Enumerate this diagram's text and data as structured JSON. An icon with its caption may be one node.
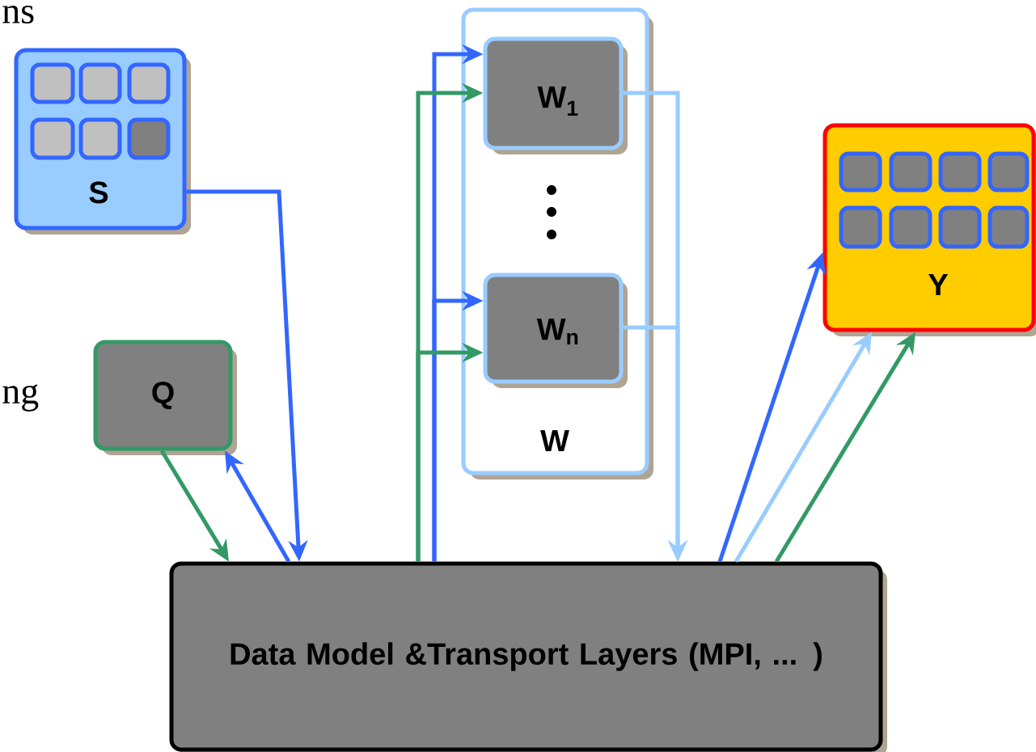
{
  "diagram": {
    "nodes": [
      {
        "text": [
          "S"
        ]
      },
      {
        "text": [
          "Q"
        ]
      },
      {
        "text": [
          "W"
        ]
      },
      {
        "text": [
          "W$_{1}$"
        ],
        "in": 2
      },
      {
        "text": [
          "W$_{n}$"
        ],
        "in": 2
      },
      {
        "text": [
          "Y"
        ]
      },
      {
        "text": [
          "Data Model &Transport Layers (MPI, ... )"
        ]
      }
    ],
    "edges": [
      {
        "from": 0,
        "to": 6,
        "arrow": "to",
        "color": "#3366ff"
      },
      {
        "from": 1,
        "to": 6,
        "arrow": "to",
        "color": "#339966"
      },
      {
        "from": 6,
        "to": 1,
        "arrow": "to",
        "color": "#3366ff"
      },
      {
        "from": 6,
        "to": 3,
        "arrow": "to",
        "color": "#3366ff"
      },
      {
        "from": 6,
        "to": 4,
        "arrow": "to",
        "color": "#3366ff"
      },
      {
        "from": 6,
        "to": 3,
        "arrow": "to",
        "color": "#339966"
      },
      {
        "from": 6,
        "to": 4,
        "arrow": "to",
        "color": "#339966"
      },
      {
        "from": 3,
        "to": 6,
        "arrow": "to",
        "color": "#99ccff"
      },
      {
        "from": 4,
        "to": 6,
        "arrow": "to",
        "color": "#99ccff"
      },
      {
        "from": 6,
        "to": 5,
        "arrow": "to",
        "color": "#3366ff"
      },
      {
        "from": 6,
        "to": 5,
        "arrow": "to",
        "color": "#99ccff"
      },
      {
        "from": 6,
        "to": 5,
        "arrow": "to",
        "color": "#339966"
      }
    ],
    "labels": [
      "ns",
      "ng"
    ]
  }
}
